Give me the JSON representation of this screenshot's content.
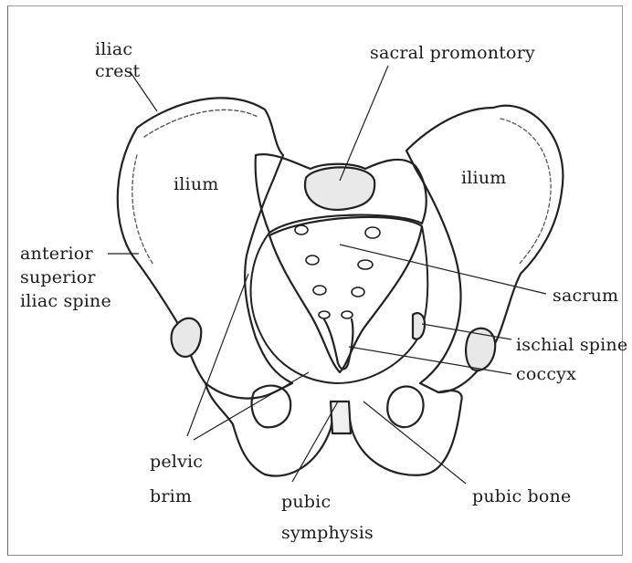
{
  "diagram": {
    "labels": {
      "iliac_crest_line1": "iliac",
      "iliac_crest_line2": "crest",
      "sacral_promontory": "sacral promontory",
      "ilium_left": "ilium",
      "ilium_right": "ilium",
      "anterior_line1": "anterior",
      "anterior_line2": "superior",
      "anterior_line3": "iliac spine",
      "sacrum": "sacrum",
      "ischial_spine": "ischial spine",
      "coccyx": "coccyx",
      "pelvic_brim_line1": "pelvic",
      "pelvic_brim_line2": "brim",
      "pubic_symphysis_line1": "pubic",
      "pubic_symphysis_line2": "symphysis",
      "pubic_bone": "pubic bone"
    }
  }
}
